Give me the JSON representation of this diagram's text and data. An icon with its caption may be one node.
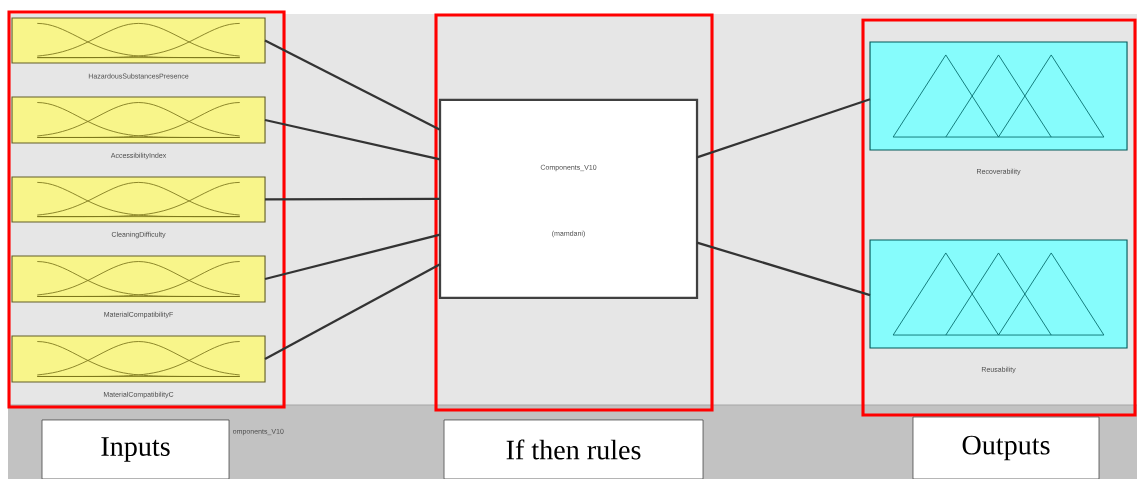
{
  "diagram": {
    "nodes": [
      {
        "text": [],
        "shape": "box"
      },
      {
        "text": [
          "HazardousSubstancesPresence"
        ],
        "in": 0
      },
      {
        "text": [
          "AccessibilityIndex"
        ],
        "in": 0
      },
      {
        "text": [
          "CleaningDifficulty"
        ],
        "in": 0
      },
      {
        "text": [
          "MaterialCompatibilityF"
        ],
        "in": 0
      },
      {
        "text": [
          "MaterialCompatibilityC"
        ],
        "in": 0
      },
      {
        "text": [],
        "shape": "box"
      },
      {
        "text": [
          "Components_V10",
          "(mamdani)"
        ],
        "in": 6
      },
      {
        "text": [],
        "shape": "box"
      },
      {
        "text": [
          "Recoverability"
        ],
        "in": 8
      },
      {
        "text": [
          "Reusability"
        ],
        "in": 8
      },
      {
        "text": [
          "Inputs"
        ]
      },
      {
        "text": [
          "If then rules"
        ]
      },
      {
        "text": [
          "Outputs"
        ]
      }
    ],
    "edges": [
      {
        "from": 1,
        "to": 7,
        "arrow": "none"
      },
      {
        "from": 2,
        "to": 7,
        "arrow": "none"
      },
      {
        "from": 3,
        "to": 7,
        "arrow": "none"
      },
      {
        "from": 4,
        "to": 7,
        "arrow": "none"
      },
      {
        "from": 5,
        "to": 7,
        "arrow": "none"
      },
      {
        "from": 7,
        "to": 9,
        "arrow": "none"
      },
      {
        "from": 7,
        "to": 10,
        "arrow": "none"
      }
    ],
    "labels": [
      "omponents_V10"
    ]
  }
}
